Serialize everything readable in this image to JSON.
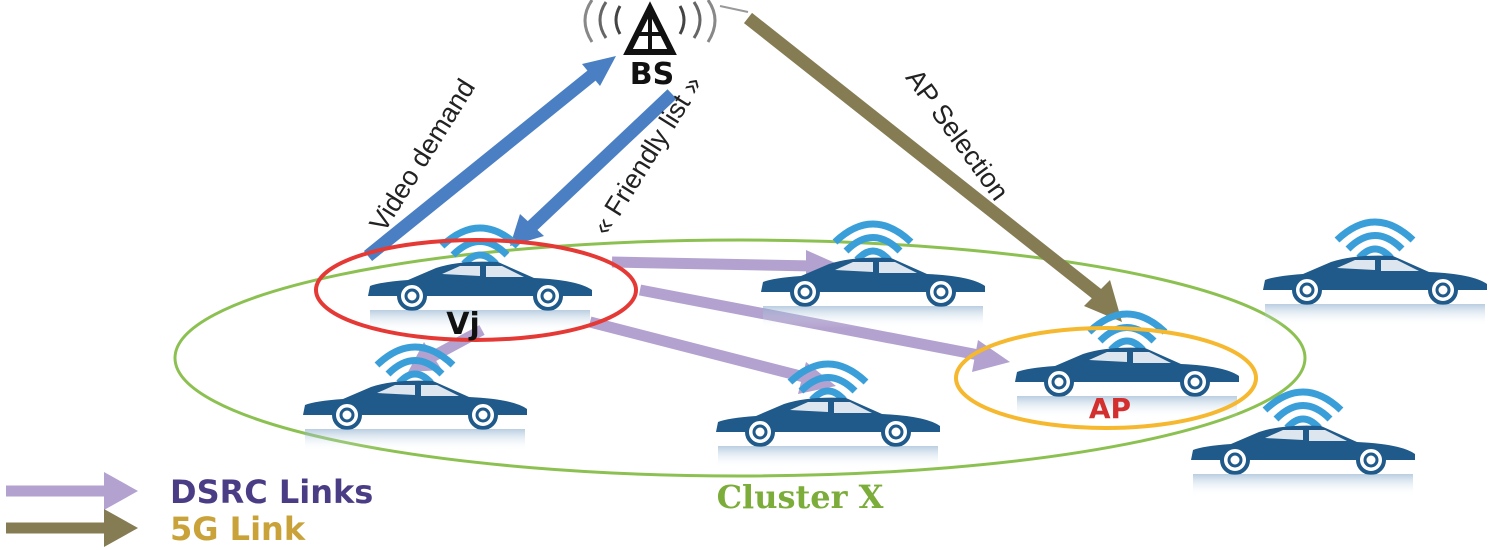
{
  "nodes": {
    "base_station": "BS",
    "access_point": "AP",
    "vehicle_j": "Vj"
  },
  "arrows": {
    "video_demand": "Video demand",
    "friendly_list": "« Friendly list »",
    "ap_selection": "AP Selection"
  },
  "cluster_label": "Cluster X",
  "legend": {
    "dsrc": "DSRC Links",
    "fiveg": "5G Link"
  },
  "colors": {
    "blue_arrow": "#4a7fc4",
    "olive_arrow": "#857c54",
    "dsrc_arrow": "#b3a2cf",
    "cluster_ring": "#8cc152",
    "vj_ring": "#e53935",
    "ap_ring": "#f5b82e",
    "car_body": "#1f5a8a",
    "wifi": "#3a9fd8",
    "ap_text": "#d32f2f",
    "dsrc_text": "#4b3c86",
    "fiveg_text": "#c9a23a",
    "cluster_text": "#7cad3a"
  }
}
